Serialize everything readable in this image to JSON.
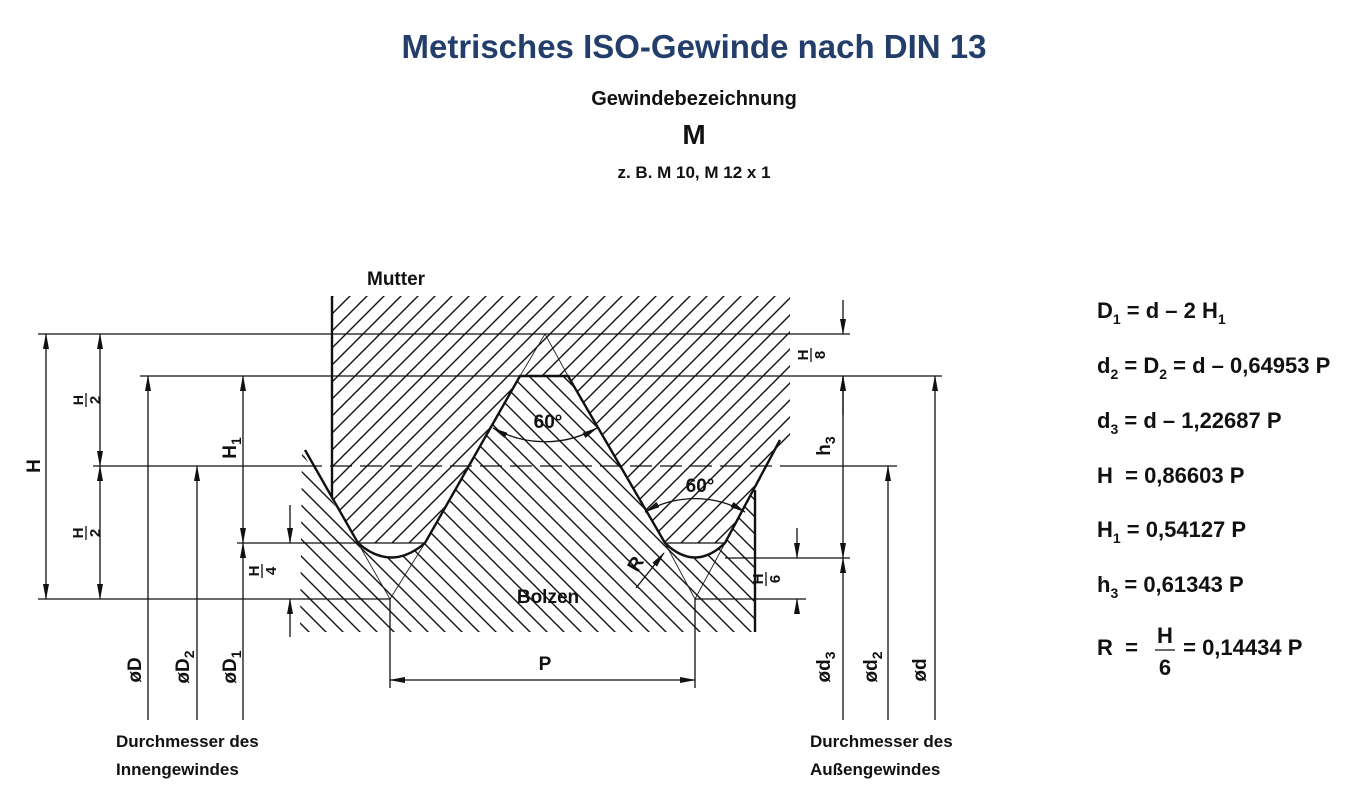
{
  "header": {
    "title": "Metrisches ISO-Gewinde nach DIN 13",
    "subtitle": "Gewindebezeichnung",
    "symbol": "M",
    "example": "z. B. M 10, M 12 x 1"
  },
  "drawing": {
    "nut_label": "Mutter",
    "bolt_label": "Bolzen",
    "angle_label": "60°",
    "radius_label": "R",
    "pitch_label": "P",
    "H": "H",
    "frac_num": "H",
    "half_den": "2",
    "quarter_den": "4",
    "eighth_den": "8",
    "sixth_den": "6",
    "H1": {
      "main": "H",
      "sub": "1"
    },
    "h3": {
      "main": "h",
      "sub": "3"
    },
    "dD": "øD",
    "dD2": {
      "main": "øD",
      "sub": "2"
    },
    "dD1": {
      "main": "øD",
      "sub": "1"
    },
    "dd3": {
      "main": "ød",
      "sub": "3"
    },
    "dd2": {
      "main": "ød",
      "sub": "2"
    },
    "dd": "ød"
  },
  "captions": {
    "inner": [
      "Durchmesser des",
      "Innengewindes"
    ],
    "outer": [
      "Durchmesser des",
      "Außengewindes"
    ]
  },
  "formulas": [
    [
      "D",
      "1",
      " = d – 2 H",
      "1"
    ],
    [
      "d",
      "2",
      " = D",
      "2",
      " = d – 0,64953 P"
    ],
    [
      "d",
      "3",
      " = d – 1,22687 P"
    ],
    [
      "H  = 0,86603 P"
    ],
    [
      "H",
      "1",
      " = 0,54127 P"
    ],
    [
      "h",
      "3",
      " = 0,61343 P"
    ],
    {
      "lhs": "R  = ",
      "num": "H",
      "den": "6",
      "rhs": " = 0,14434 P"
    }
  ]
}
